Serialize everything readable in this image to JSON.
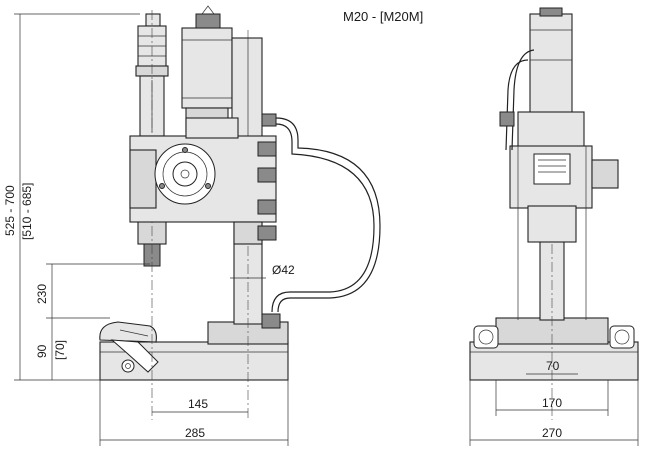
{
  "title": "M20 - [M20M]",
  "dimensions": {
    "total_height": "525 - 700",
    "total_height_alt": "[510 - 685]",
    "stroke": "230",
    "table_height": "90",
    "table_height_alt": "[70]",
    "column_diameter": "Ø42",
    "side_width_145": "145",
    "side_width_285": "285",
    "front_width_70": "70",
    "front_width_170": "170",
    "front_width_270": "270"
  }
}
